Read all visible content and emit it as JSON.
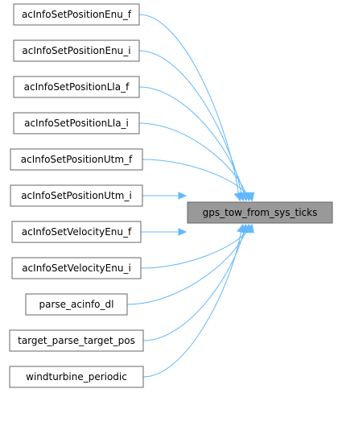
{
  "graph": {
    "target": "gps_tow_from_sys_ticks",
    "callers": [
      "acInfoSetPositionEnu_f",
      "acInfoSetPositionEnu_i",
      "acInfoSetPositionLla_f",
      "acInfoSetPositionLla_i",
      "acInfoSetPositionUtm_f",
      "acInfoSetPositionUtm_i",
      "acInfoSetVelocityEnu_f",
      "acInfoSetVelocityEnu_i",
      "parse_acinfo_dl",
      "target_parse_target_pos",
      "windturbine_periodic"
    ],
    "colors": {
      "edge": "#63b8ff",
      "target_fill": "#999999",
      "box_border": "#666666"
    }
  }
}
